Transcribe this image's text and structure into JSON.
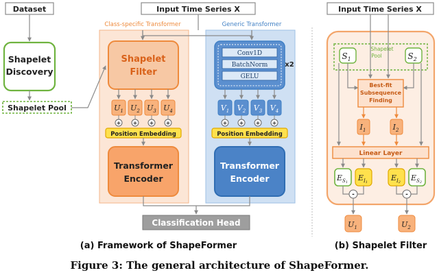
{
  "framework": {
    "dataset": "Dataset",
    "input_series": "Input Time Series X",
    "shapelet_discovery_line1": "Shapelet",
    "shapelet_discovery_line2": "Discovery",
    "shapelet_pool": "Shapelet Pool",
    "class_specific_label": "Class-specific Transformer",
    "generic_label": "Generic Transformer",
    "shapelet_filter_line1": "Shapelet",
    "shapelet_filter_line2": "Filter",
    "conv": "Conv1D",
    "batchnorm": "BatchNorm",
    "gelu": "GELU",
    "repeat": "x2",
    "u_tokens": [
      {
        "base": "U",
        "sub": "1"
      },
      {
        "base": "U",
        "sub": "2"
      },
      {
        "base": "U",
        "sub": "3"
      },
      {
        "base": "U",
        "sub": "4"
      }
    ],
    "v_tokens": [
      {
        "base": "V",
        "sub": "1"
      },
      {
        "base": "V",
        "sub": "2"
      },
      {
        "base": "V",
        "sub": "3"
      },
      {
        "base": "V",
        "sub": "4"
      }
    ],
    "plus": "+",
    "position_embedding": "Position Embedding",
    "transformer_line1": "Transformer",
    "transformer_line2": "Encoder",
    "classification_head": "Classification Head",
    "caption": "(a) Framework of ShapeFormer"
  },
  "filter_detail": {
    "input_series": "Input Time Series X",
    "s1": {
      "base": "S",
      "sub": "1"
    },
    "s2": {
      "base": "S",
      "sub": "2"
    },
    "pool_line1": "Shapelet",
    "pool_line2": "Pool",
    "bestfit_line1": "Best-fit",
    "bestfit_line2": "Subsequence",
    "bestfit_line3": "Finding",
    "i1": {
      "base": "I",
      "sub": "1"
    },
    "i2": {
      "base": "I",
      "sub": "2"
    },
    "linear_layer": "Linear Layer",
    "e_s1": {
      "base": "E",
      "sub": "S",
      "subsub": "1"
    },
    "e_i1": {
      "base": "E",
      "sub": "I",
      "subsub": "1"
    },
    "e_i2": {
      "base": "E",
      "sub": "I",
      "subsub": "2"
    },
    "e_s2": {
      "base": "E",
      "sub": "S",
      "subsub": "2"
    },
    "minus": "-",
    "u1": {
      "base": "U",
      "sub": "1"
    },
    "u2": {
      "base": "U",
      "sub": "2"
    },
    "caption": "(b) Shapelet Filter"
  },
  "figure_caption": "Figure 3: The general architecture of ShapeFormer.",
  "colors": {
    "green": "#6fb33f",
    "green_fill": "#ffffff",
    "orange": "#ee8a3c",
    "orange_bg": "#fce6d6",
    "orange_box": "#f7c8a4",
    "orange_token": "#f8b27c",
    "blue": "#3f7fc4",
    "blue_bg": "#cfe0f3",
    "blue_box": "#5b8fcf",
    "yellow": "#ffe14d",
    "yellow_border": "#e0a800",
    "gray": "#8a8a8a",
    "gray_box": "#9e9e9e"
  }
}
